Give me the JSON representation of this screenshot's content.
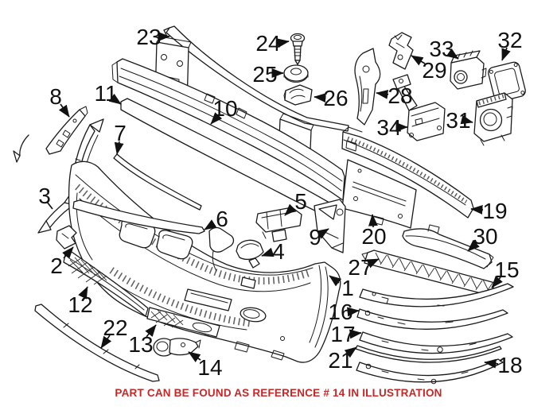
{
  "figure": {
    "type": "exploded-parts-diagram",
    "subject": "front bumper assembly",
    "background_color": "#ffffff",
    "line_color": "#1a1a1a",
    "label_color": "#111111"
  },
  "caption": {
    "text": "PART CAN BE FOUND AS REFERENCE # 14 IN ILLUSTRATION",
    "color": "#C62828",
    "highlighted_reference": "14"
  },
  "callouts": [
    {
      "n": "1"
    },
    {
      "n": "2"
    },
    {
      "n": "3"
    },
    {
      "n": "4"
    },
    {
      "n": "5"
    },
    {
      "n": "6"
    },
    {
      "n": "7"
    },
    {
      "n": "8"
    },
    {
      "n": "9"
    },
    {
      "n": "10"
    },
    {
      "n": "11"
    },
    {
      "n": "12"
    },
    {
      "n": "13"
    },
    {
      "n": "14"
    },
    {
      "n": "15"
    },
    {
      "n": "16"
    },
    {
      "n": "17"
    },
    {
      "n": "18"
    },
    {
      "n": "19"
    },
    {
      "n": "20"
    },
    {
      "n": "21"
    },
    {
      "n": "22"
    },
    {
      "n": "23"
    },
    {
      "n": "24"
    },
    {
      "n": "25"
    },
    {
      "n": "26"
    },
    {
      "n": "27"
    },
    {
      "n": "28"
    },
    {
      "n": "29"
    },
    {
      "n": "30"
    },
    {
      "n": "31"
    },
    {
      "n": "32"
    },
    {
      "n": "33"
    },
    {
      "n": "34"
    }
  ]
}
